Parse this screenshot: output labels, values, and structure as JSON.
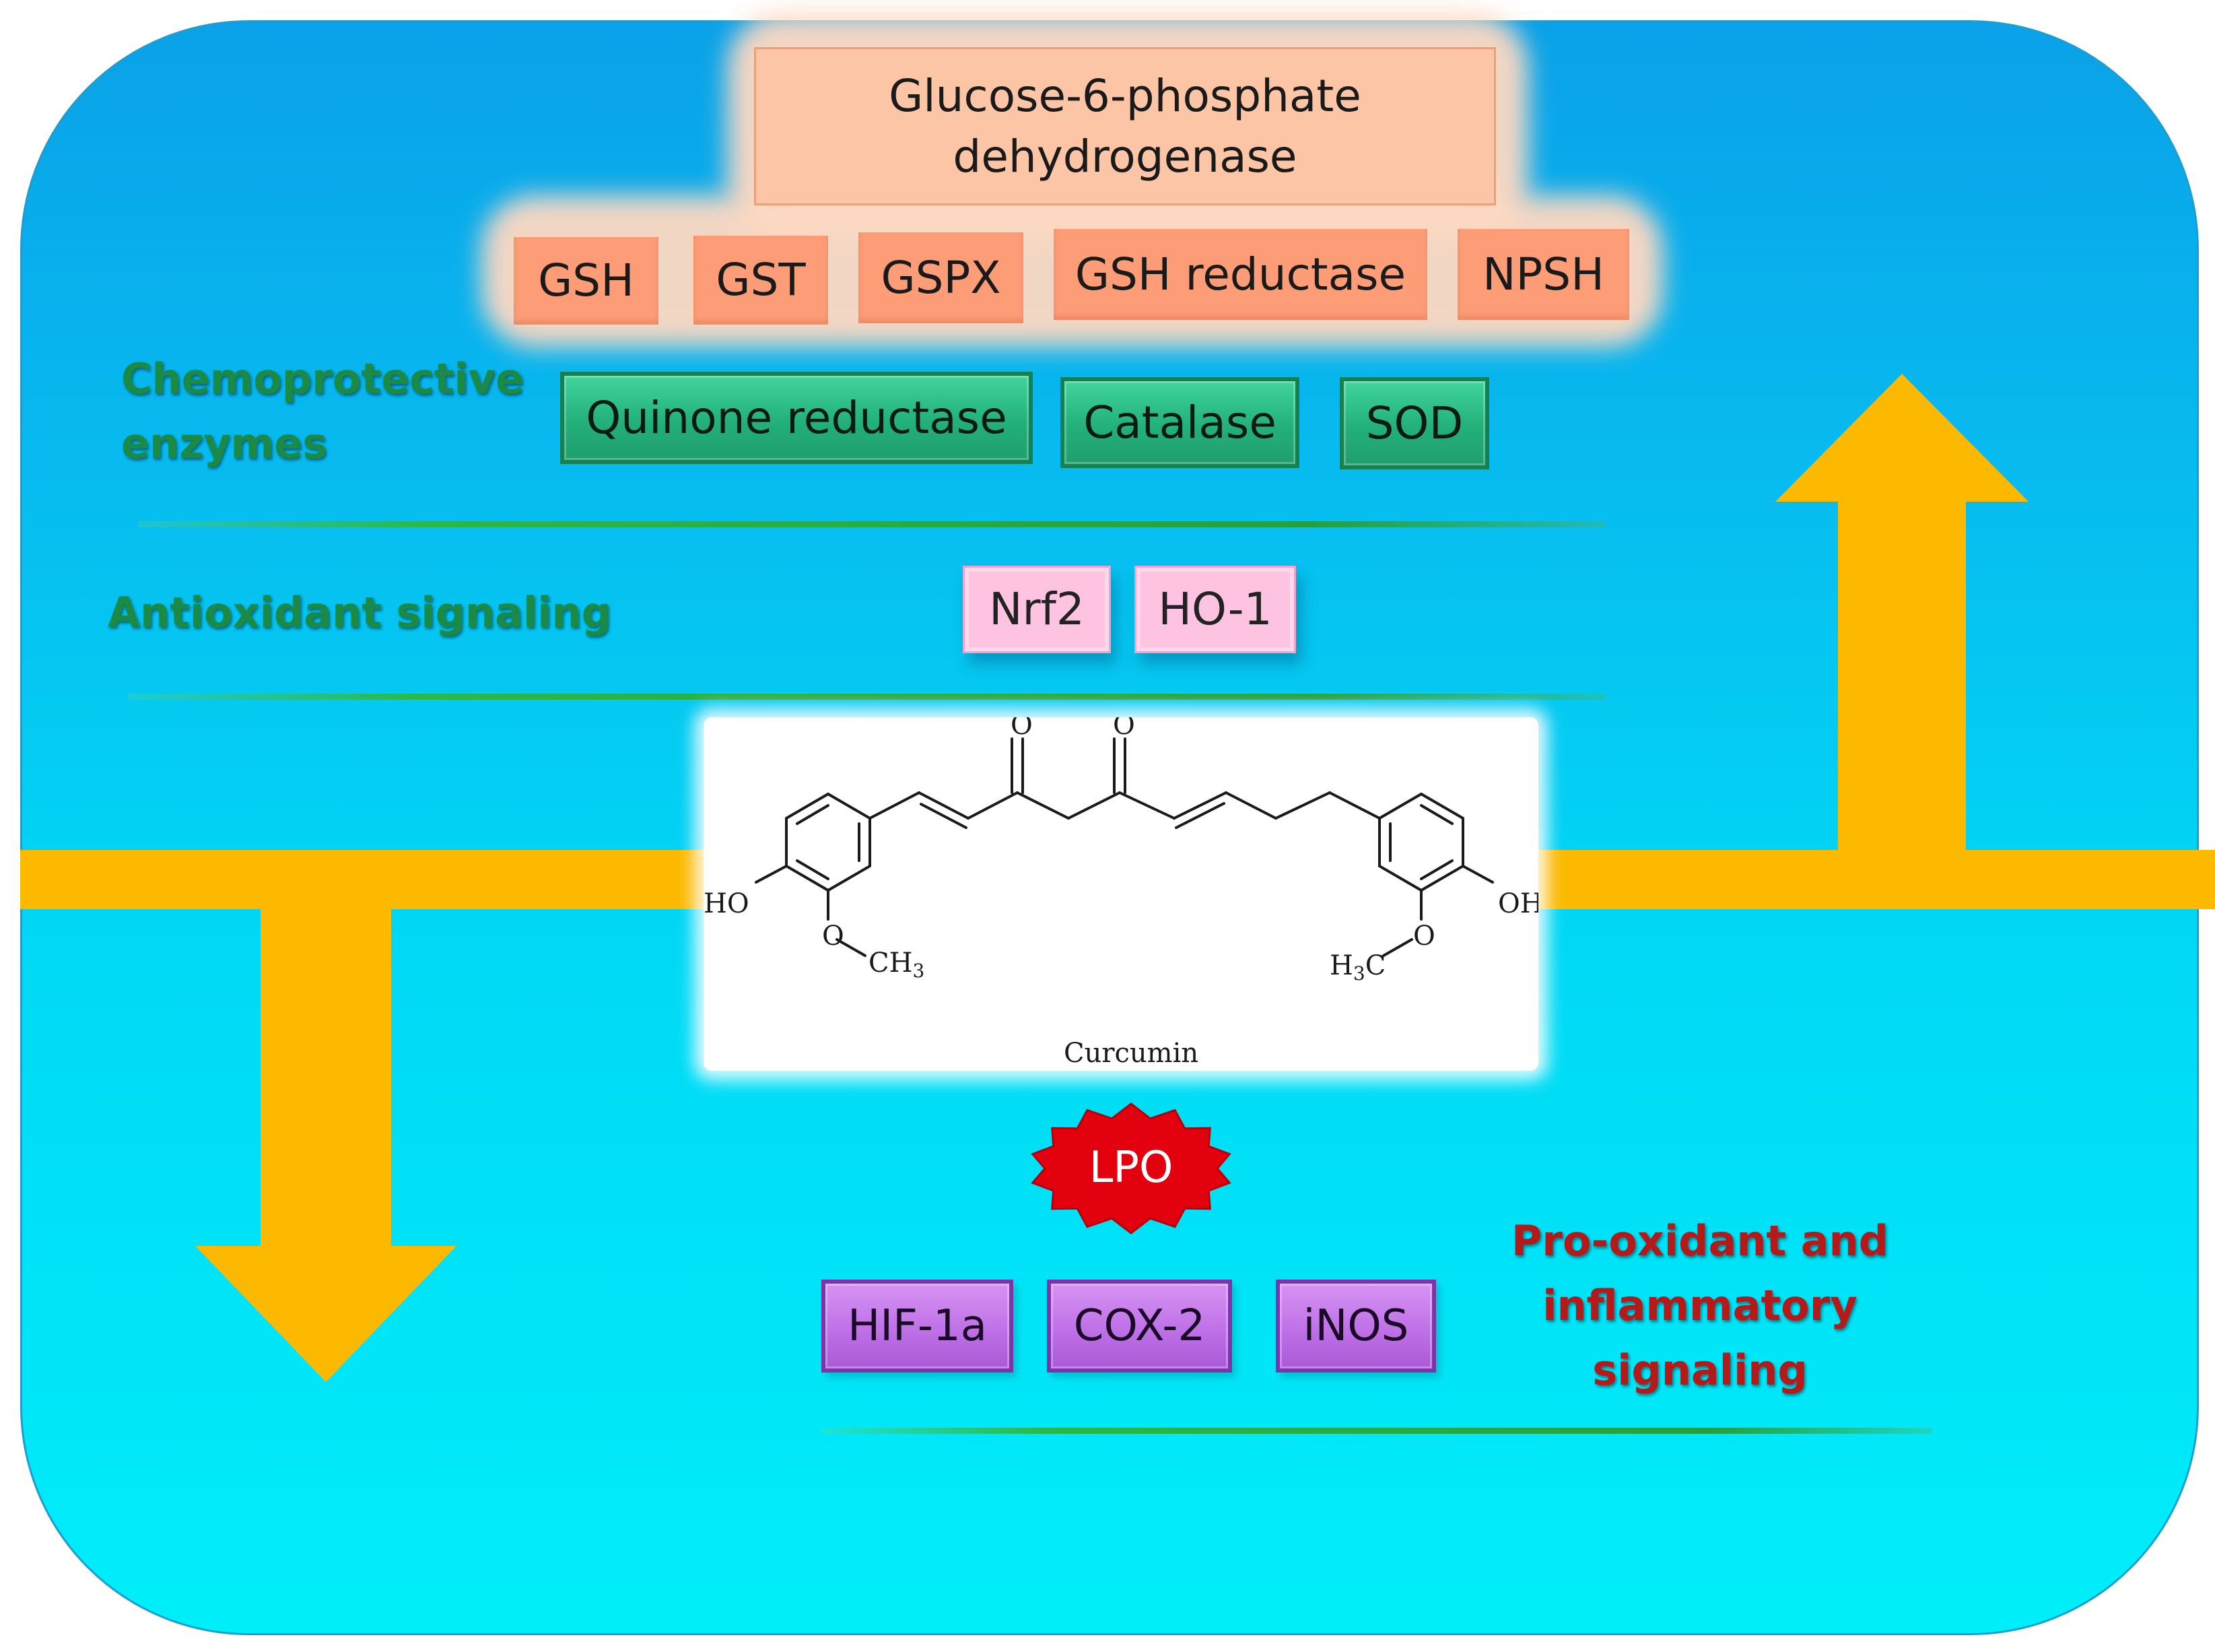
{
  "top_group": {
    "g6pd_label": "Glucose-6-phosphate\ndehydrogenase",
    "items": [
      "GSH",
      "GST",
      "GSPX",
      "GSH reductase",
      "NPSH"
    ]
  },
  "chemoprotective": {
    "label": "Chemoprotective\nenzymes",
    "items": [
      "Quinone reductase",
      "Catalase",
      "SOD"
    ]
  },
  "antioxidant": {
    "label": "Antioxidant signaling",
    "items": [
      "Nrf2",
      "HO-1"
    ]
  },
  "molecule": {
    "name": "Curcumin",
    "atoms": {
      "o_left": "O",
      "o_right": "O",
      "ho": "HO",
      "oh": "OH",
      "o_methoxy_left": "O",
      "o_methoxy_right": "O",
      "ch3": "CH",
      "ch3_sub": "3",
      "h3c_h": "H",
      "h3c_sub": "3",
      "h3c_c": "C"
    }
  },
  "lpo": {
    "label": "LPO"
  },
  "prooxidant": {
    "label": "Pro-oxidant and\ninflammatory\nsignaling",
    "items": [
      "HIF-1a",
      "COX-2",
      "iNOS"
    ]
  },
  "colors": {
    "arrow": "#fcb900",
    "panel_top": "#0aa1e8",
    "panel_bottom": "#00eefa",
    "lpo": "#e3000f"
  }
}
